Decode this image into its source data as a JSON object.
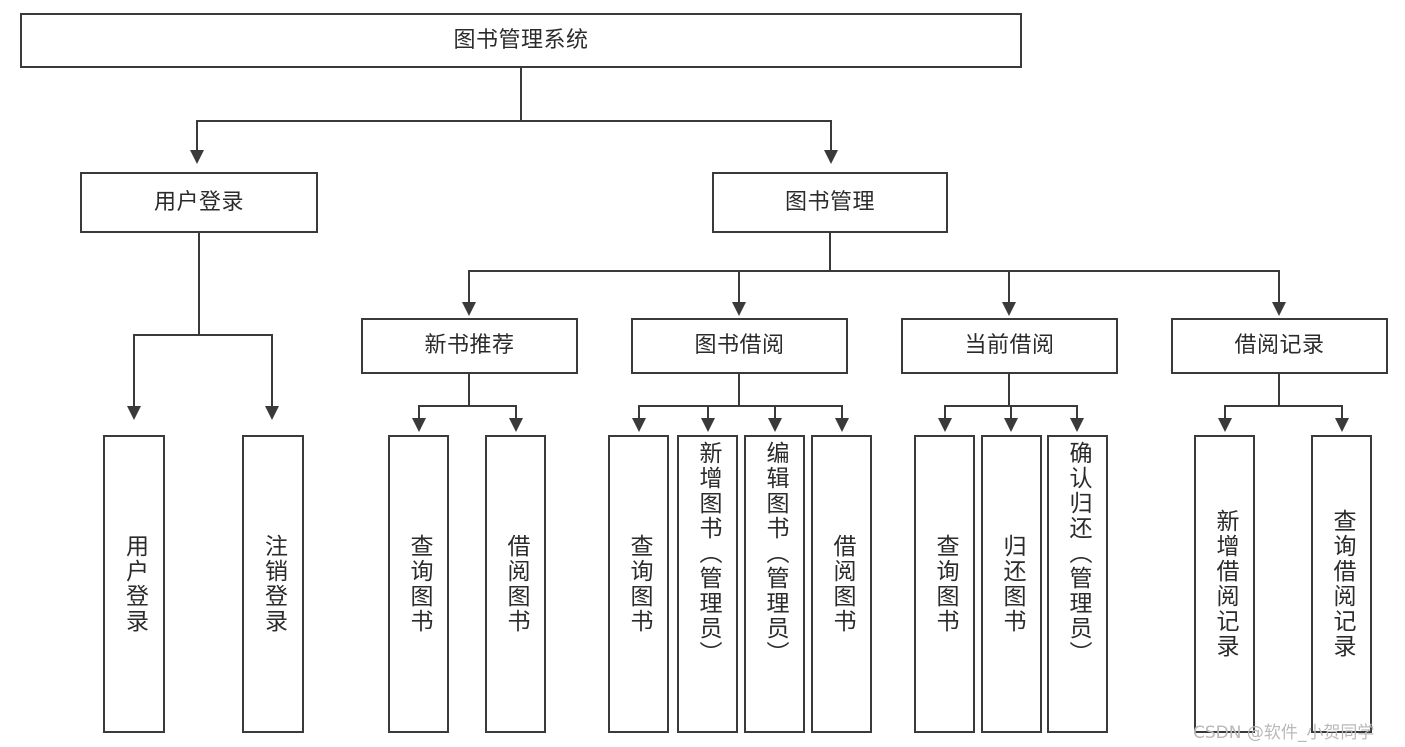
{
  "diagram": {
    "title": "图书管理系统",
    "watermark": "CSDN @软件_小贺同学",
    "colors": {
      "stroke": "#3a3a3a",
      "fill": "#ffffff",
      "text": "#2b2b2b",
      "watermark": "#b9b9b9"
    },
    "root": {
      "label": "图书管理系统"
    },
    "level1": [
      {
        "label": "用户登录"
      },
      {
        "label": "图书管理"
      }
    ],
    "level2": [
      {
        "label": "新书推荐"
      },
      {
        "label": "图书借阅"
      },
      {
        "label": "当前借阅"
      },
      {
        "label": "借阅记录"
      }
    ],
    "leaves": {
      "user_login": [
        {
          "label": "用户登录"
        },
        {
          "label": "注销登录"
        }
      ],
      "new_book": [
        {
          "label": "查询图书"
        },
        {
          "label": "借阅图书"
        }
      ],
      "borrow_book": [
        {
          "label": "查询图书"
        },
        {
          "label": "新增图书（管理员）"
        },
        {
          "label": "编辑图书（管理员）"
        },
        {
          "label": "借阅图书"
        }
      ],
      "current_borrow": [
        {
          "label": "查询图书"
        },
        {
          "label": "归还图书"
        },
        {
          "label": "确认归还（管理员）"
        }
      ],
      "borrow_record": [
        {
          "label": "新增借阅记录"
        },
        {
          "label": "查询借阅记录"
        }
      ]
    }
  }
}
